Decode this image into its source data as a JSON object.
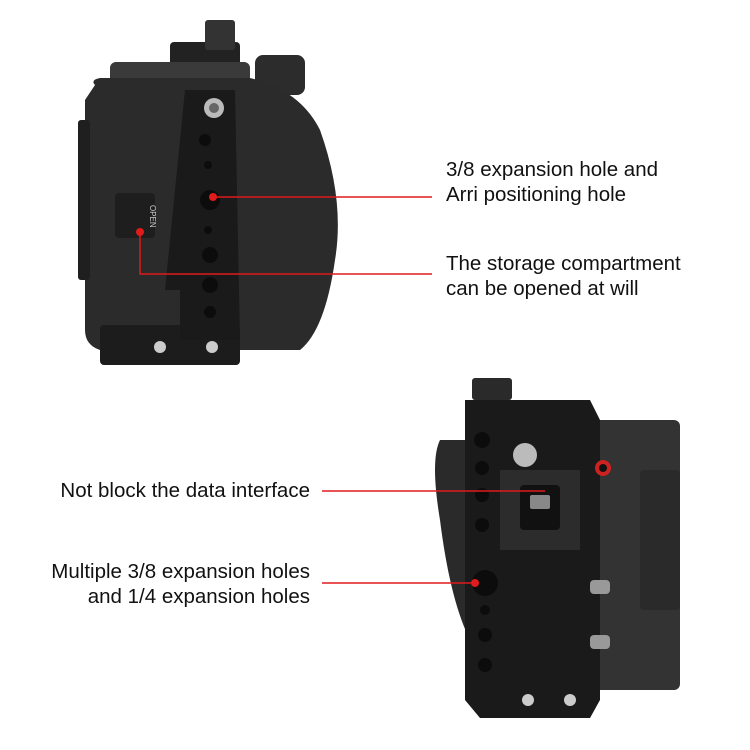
{
  "callouts": {
    "top": [
      {
        "line1": "3/8 expansion hole and",
        "line2": "Arri positioning hole"
      },
      {
        "line1": "The storage compartment",
        "line2": "can be opened at will"
      }
    ],
    "bottom": [
      {
        "line1": "Not block the data interface"
      },
      {
        "line1": "Multiple 3/8 expansion holes",
        "line2": "and 1/4 expansion holes"
      }
    ]
  },
  "camera_text": {
    "open": "OPEN"
  },
  "colors": {
    "callout": "#e01b1b",
    "body": "#2a2a2a",
    "cage": "#1b1b1b"
  }
}
